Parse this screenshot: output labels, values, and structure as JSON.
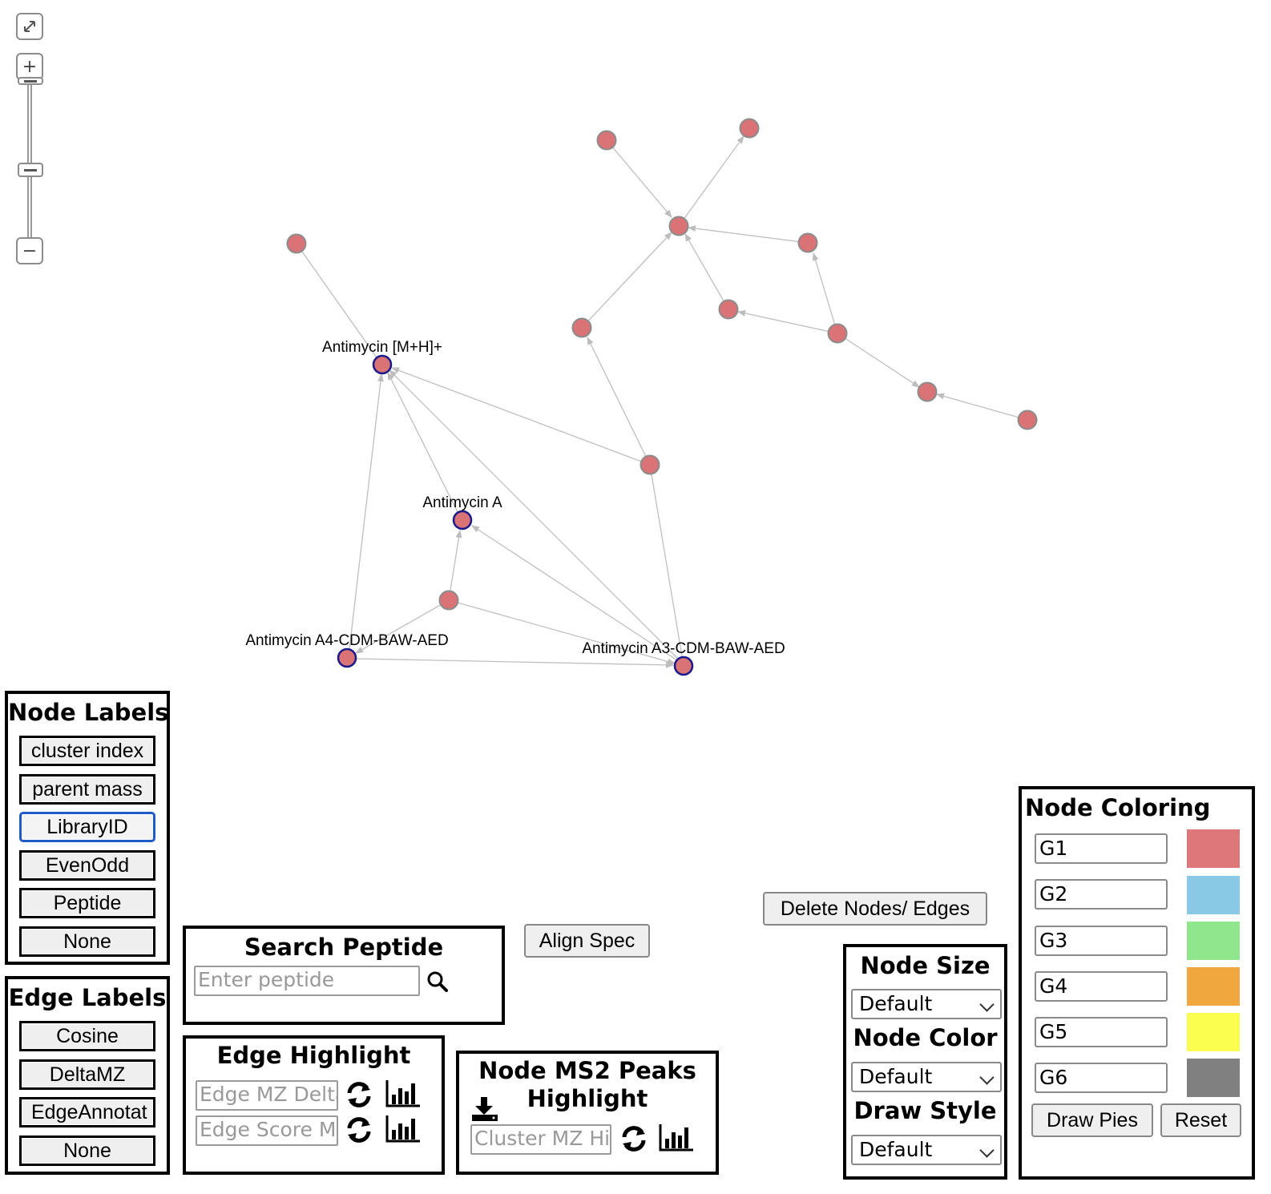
{
  "graph": {
    "node_color": "#d97375",
    "edge_color": "#bfbfbf",
    "highlight_stroke": "#1a1a8c",
    "labels": {
      "m_h": "Antimycin [M+H]+",
      "a": "Antimycin A",
      "a4": "Antimycin A4-CDM-BAW-AED",
      "a3": "Antimycin A3-CDM-BAW-AED"
    }
  },
  "zoom": {
    "fit_icon": "expand-icon",
    "zoom_in": "+",
    "zoom_out": "−"
  },
  "node_labels": {
    "title": "Node Labels",
    "buttons": [
      "cluster index",
      "parent mass",
      "LibraryID",
      "EvenOdd",
      "Peptide",
      "None"
    ],
    "active": "LibraryID"
  },
  "edge_labels": {
    "title": "Edge Labels",
    "buttons": [
      "Cosine",
      "DeltaMZ",
      "EdgeAnnotat",
      "None"
    ]
  },
  "search_peptide": {
    "title": "Search Peptide",
    "placeholder": "Enter peptide"
  },
  "align_spec": {
    "label": "Align Spec"
  },
  "edge_highlight": {
    "title": "Edge Highlight",
    "mz_placeholder": "Edge MZ Delta",
    "score_placeholder": "Edge Score Mi"
  },
  "ms2_peaks": {
    "title_line1": "Node MS2 Peaks",
    "title_line2": "Highlight",
    "placeholder": "Cluster MZ Hig"
  },
  "delete": {
    "label": "Delete Nodes/ Edges"
  },
  "node_size": {
    "size_title": "Node Size",
    "size_value": "Default",
    "color_title": "Node Color",
    "color_value": "Default",
    "style_title": "Draw Style",
    "style_value": "Default"
  },
  "node_coloring": {
    "title": "Node Coloring",
    "groups": [
      {
        "name": "G1",
        "color": "#dd777a"
      },
      {
        "name": "G2",
        "color": "#89c9e6"
      },
      {
        "name": "G3",
        "color": "#90e68c"
      },
      {
        "name": "G4",
        "color": "#f0a83e"
      },
      {
        "name": "G5",
        "color": "#fbfd4f"
      },
      {
        "name": "G6",
        "color": "#808080"
      }
    ],
    "draw_pies": "Draw Pies",
    "reset": "Reset"
  }
}
